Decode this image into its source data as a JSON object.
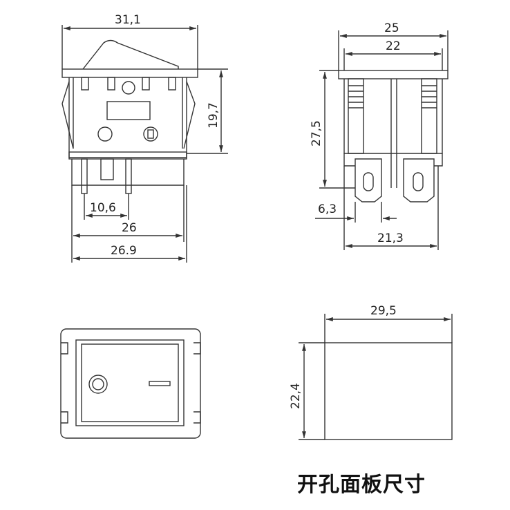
{
  "dimensions": {
    "front_top_width": "31,1",
    "front_height": "19,7",
    "front_pin_pitch": "10,6",
    "front_width_26": "26",
    "front_width_26_9": "26.9",
    "side_width_25": "25",
    "side_width_22": "22",
    "side_height": "27,5",
    "side_terminal": "6,3",
    "side_bottom_width": "21,3",
    "cutout_width": "29,5",
    "cutout_height": "22,4"
  },
  "caption": "开孔面板尺寸",
  "colors": {
    "line": "#333333",
    "text": "#222222"
  }
}
